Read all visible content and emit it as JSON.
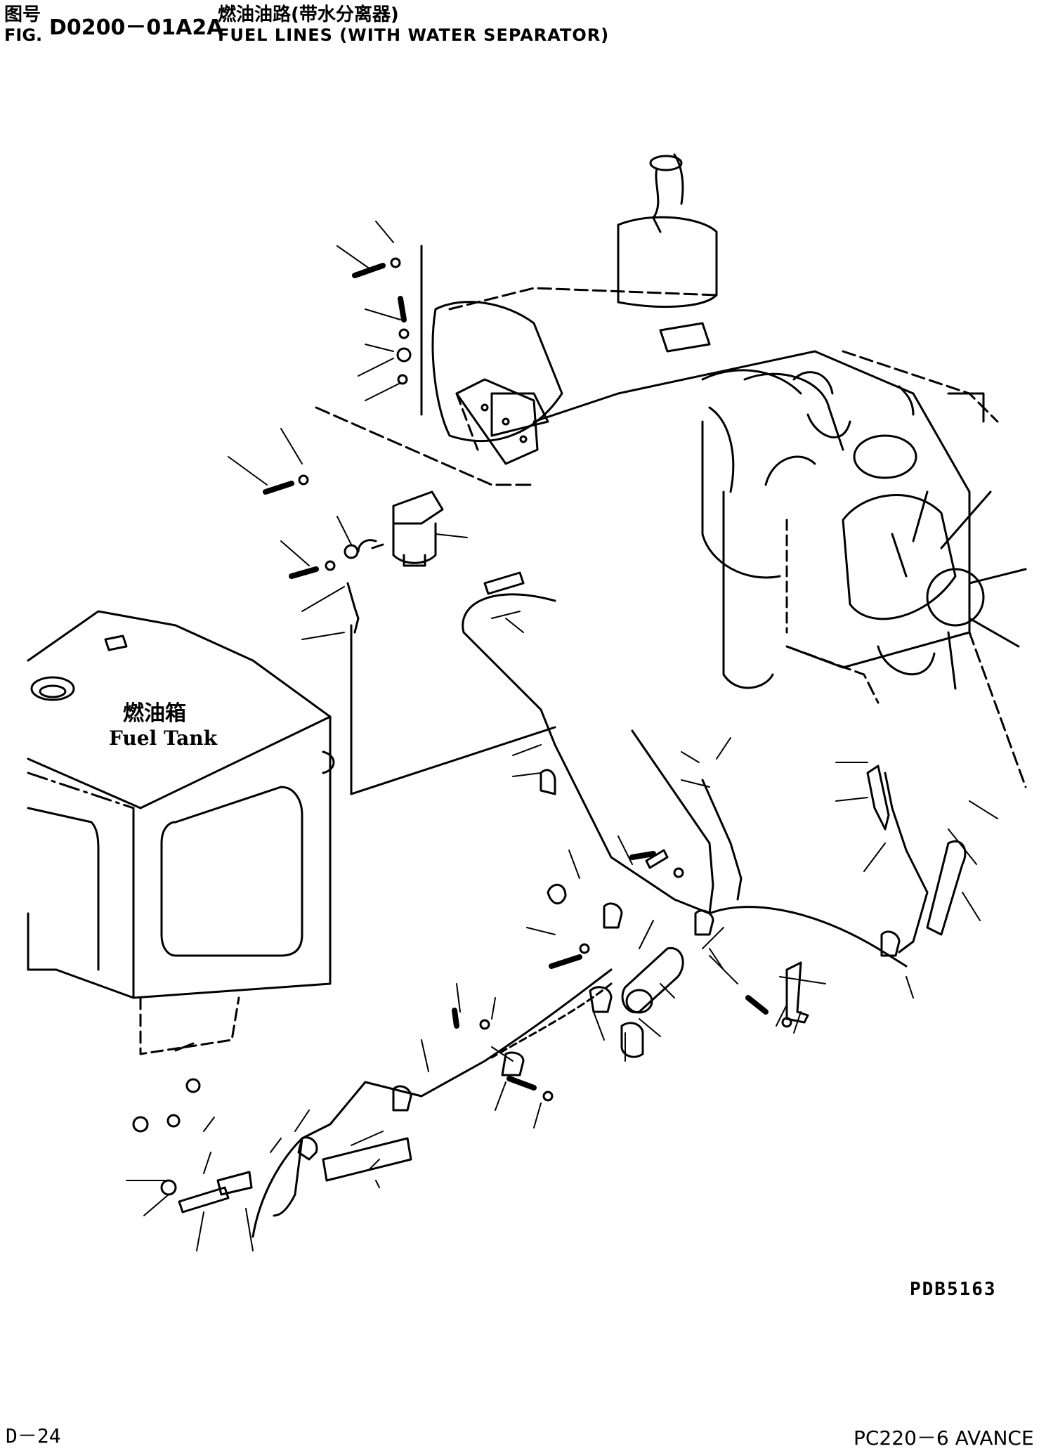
{
  "header": {
    "fig_cn": "图号",
    "fig_en": "FIG.",
    "figure_number": "D0200－01A2A",
    "title_cn": "燃油油路(带水分离器)",
    "title_en": "FUEL LINES (WITH WATER SEPARATOR)"
  },
  "diagram": {
    "tank_label_cn": "燃油箱",
    "tank_label_en": "Fuel Tank",
    "drawing_code": "PDB5163"
  },
  "footer": {
    "page": "D－24",
    "model": "PC220－6 AVANCE"
  }
}
